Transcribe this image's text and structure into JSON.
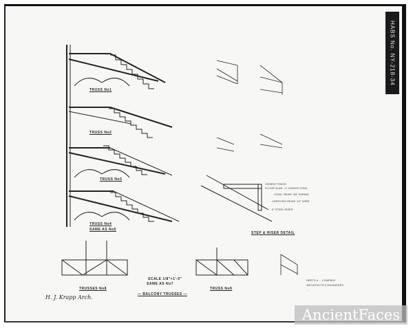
{
  "document": {
    "type": "architectural drawing sheet",
    "stamp_text": "HABS No. NY-218-34",
    "detail_labels": {
      "truss_1": "TRUSS No1",
      "truss_2": "TRUSS No2",
      "truss_3": "TRUSS No3",
      "truss_4": "TRUSS No4",
      "truss_4_note": "SAME AS No5",
      "step_riser_detail": "STEP & RISER DETAIL",
      "balcony_trusses": "— BALCONY TRUSSES —",
      "scale_note": "SCALE 1/8\"=1'-0\"",
      "scale_note2": "SAME AS No7",
      "bottom_truss_left": "TRUSSES No8",
      "bottom_truss_mid": "TRUSS No9"
    },
    "step_detail_notes": [
      "CEMENT FINISH",
      "FLOOR SLAB - 4\" CINDER CONC.",
      "CONC. REINF. 3/8\" WIRING",
      "CARRYING REINF. 1/2\" WIRE",
      "6\" STEEL RISER"
    ],
    "signature": "H. J. Krapp Arch.",
    "title_block": [
      "HERTS & ... COMPANY",
      "ARCHITECTS & ENGINEERS",
      "..."
    ],
    "watermark": "AncientFaces"
  }
}
